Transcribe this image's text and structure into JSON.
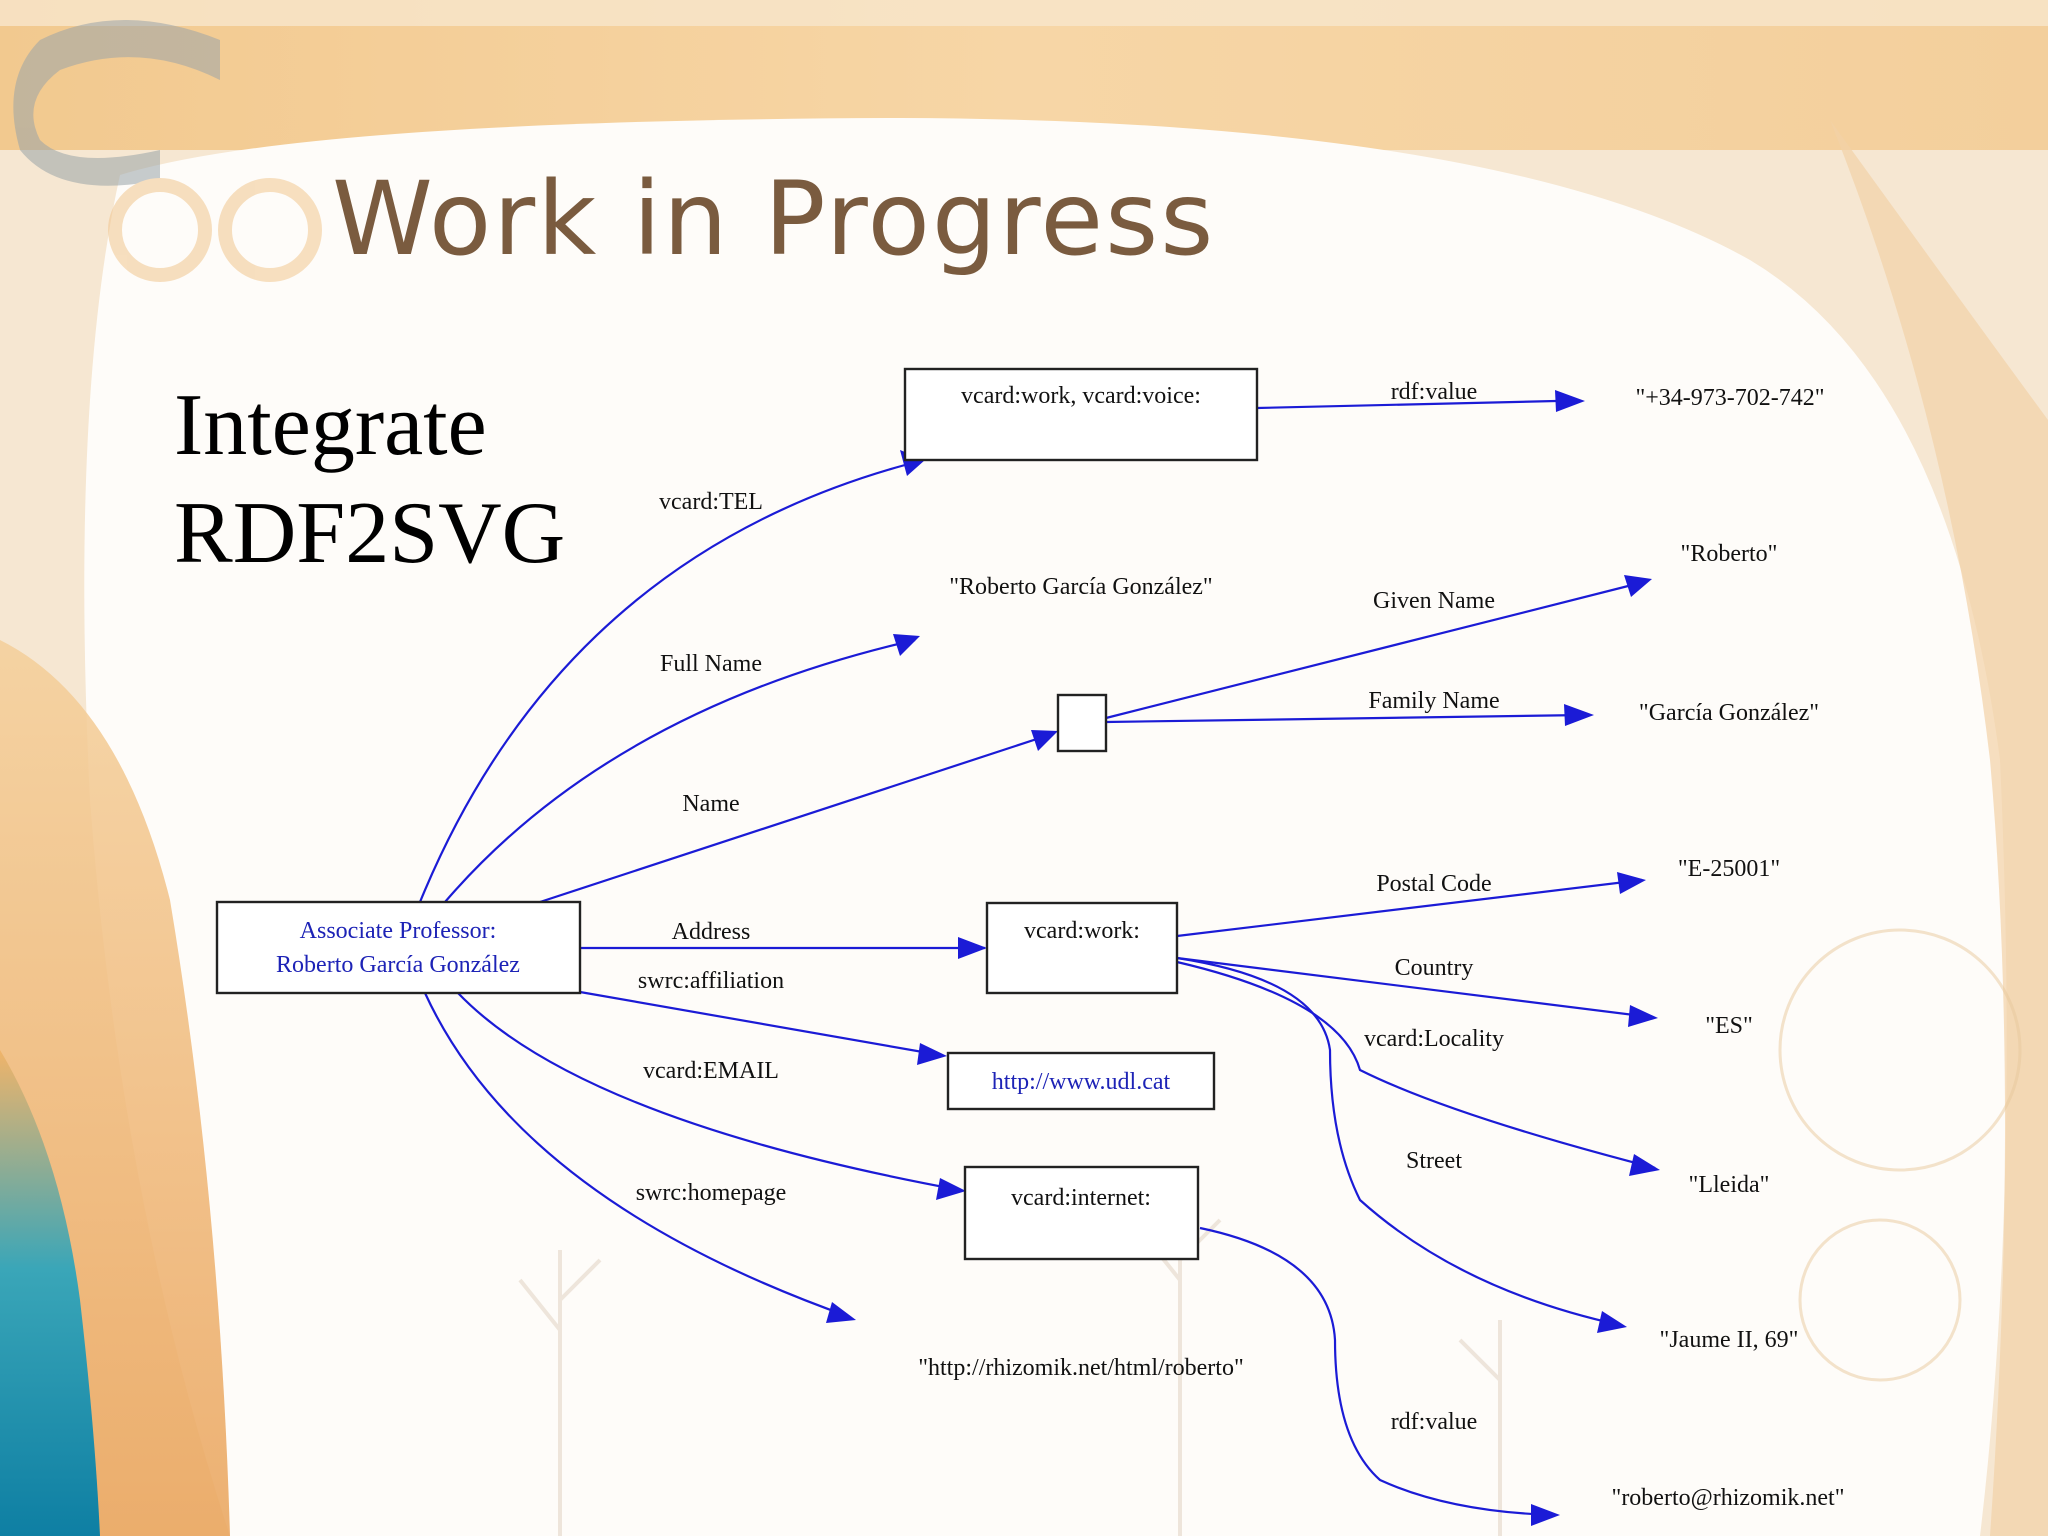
{
  "slide": {
    "title": "Work in Progress",
    "subtitle_line1": "Integrate",
    "subtitle_line2": "RDF2SVG"
  },
  "graph": {
    "nodes": {
      "professor_line1": "Associate Professor:",
      "professor_line2": "Roberto García González",
      "tel_node": "vcard:work, vcard:voice:",
      "phone_value": "\"+34-973-702-742\"",
      "fullname_value": "\"Roberto García González\"",
      "given_value": "\"Roberto\"",
      "family_value": "\"García González\"",
      "address_node": "vcard:work:",
      "postal_value": "\"E-25001\"",
      "country_value": "\"ES\"",
      "locality_value": "\"Lleida\"",
      "street_value": "\"Jaume II, 69\"",
      "affiliation_node": "http://www.udl.cat",
      "internet_node": "vcard:internet:",
      "homepage_value": "\"http://rhizomik.net/html/roberto\"",
      "email_value": "\"roberto@rhizomik.net\""
    },
    "edges": {
      "tel": "vcard:TEL",
      "tel_value": "rdf:value",
      "full_name": "Full Name",
      "name": "Name",
      "given_name": "Given Name",
      "family_name": "Family Name",
      "address": "Address",
      "affiliation": "swrc:affiliation",
      "email": "vcard:EMAIL",
      "homepage": "swrc:homepage",
      "postal_code": "Postal Code",
      "country": "Country",
      "locality": "vcard:Locality",
      "street": "Street",
      "email_value": "rdf:value"
    },
    "colors": {
      "edge": "#1b1bd6",
      "node_border": "#222222",
      "resource_text": "#1d23b6",
      "title": "#7a5b3f"
    }
  }
}
